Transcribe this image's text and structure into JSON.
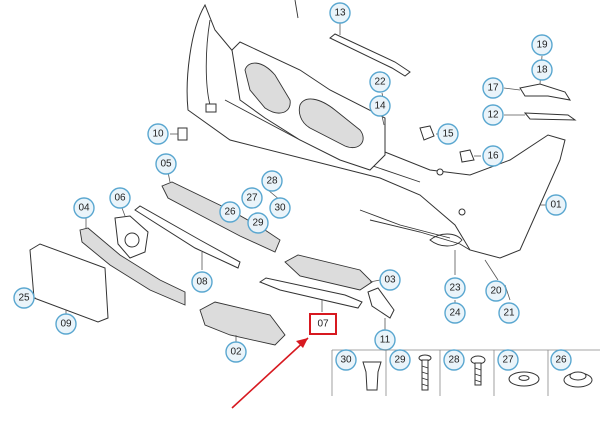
{
  "callouts": [
    {
      "id": "01",
      "label": "01"
    },
    {
      "id": "02",
      "label": "02"
    },
    {
      "id": "03",
      "label": "03"
    },
    {
      "id": "04",
      "label": "04"
    },
    {
      "id": "05",
      "label": "05"
    },
    {
      "id": "06",
      "label": "06"
    },
    {
      "id": "08",
      "label": "08"
    },
    {
      "id": "09",
      "label": "09"
    },
    {
      "id": "10",
      "label": "10"
    },
    {
      "id": "11",
      "label": "11"
    },
    {
      "id": "12",
      "label": "12"
    },
    {
      "id": "13",
      "label": "13"
    },
    {
      "id": "14",
      "label": "14"
    },
    {
      "id": "15",
      "label": "15"
    },
    {
      "id": "16",
      "label": "16"
    },
    {
      "id": "17",
      "label": "17"
    },
    {
      "id": "18",
      "label": "18"
    },
    {
      "id": "19",
      "label": "19"
    },
    {
      "id": "20",
      "label": "20"
    },
    {
      "id": "21",
      "label": "21"
    },
    {
      "id": "22",
      "label": "22"
    },
    {
      "id": "23",
      "label": "23"
    },
    {
      "id": "24",
      "label": "24"
    },
    {
      "id": "25",
      "label": "25"
    },
    {
      "id": "26",
      "label": "26"
    },
    {
      "id": "27",
      "label": "27"
    },
    {
      "id": "28",
      "label": "28"
    },
    {
      "id": "29",
      "label": "29"
    }
  ],
  "highlighted_part": {
    "label": "07"
  },
  "fastener_tray": {
    "items": [
      {
        "label": "30"
      },
      {
        "label": "29"
      },
      {
        "label": "28"
      },
      {
        "label": "27"
      },
      {
        "label": "26"
      }
    ]
  },
  "colors": {
    "accent": "#d71920",
    "callout_stroke": "#5aa7d0",
    "callout_fill": "#eaf4fa"
  }
}
